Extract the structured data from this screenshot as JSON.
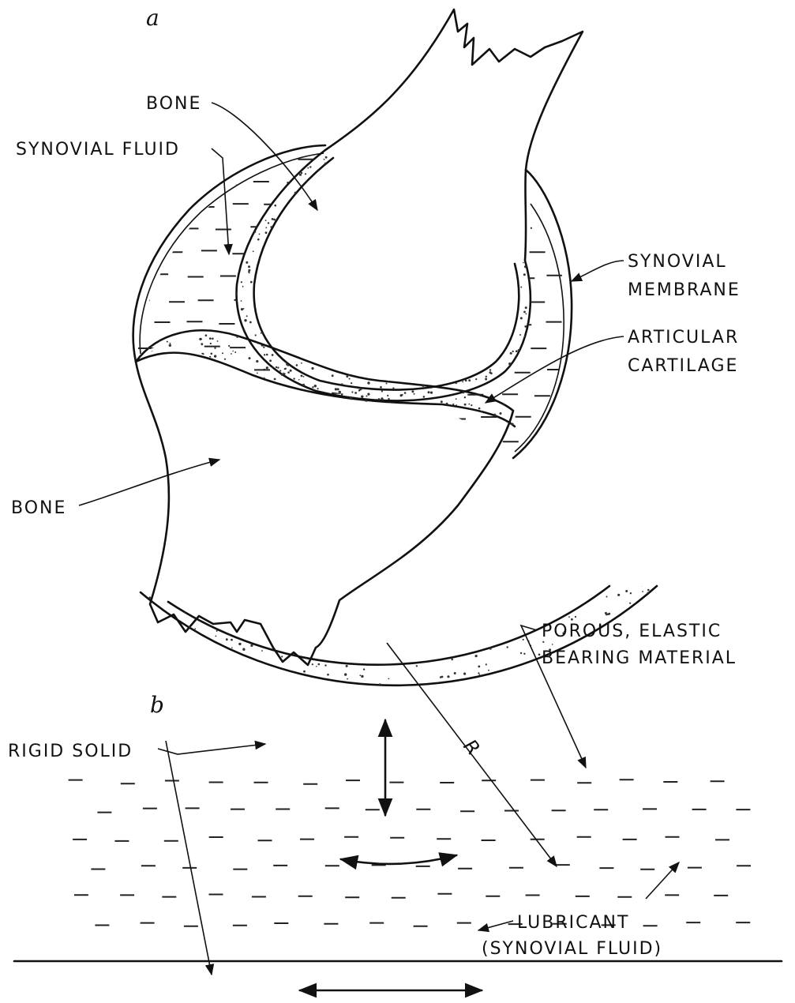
{
  "figure": {
    "panel_a": {
      "label": "a",
      "labels": {
        "bone_top": "BONE",
        "synovial_fluid": "SYNOVIAL  FLUID",
        "synovial_membrane_1": "SYNOVIAL",
        "synovial_membrane_2": "MEMBRANE",
        "articular_cartilage_1": "ARTICULAR",
        "articular_cartilage_2": "CARTILAGE",
        "bone_bottom": "BONE"
      }
    },
    "panel_b": {
      "label": "b",
      "labels": {
        "porous_1": "POROUS, ELASTIC",
        "porous_2": "BEARING  MATERIAL",
        "rigid_solid": "RIGID  SOLID",
        "radius": "R",
        "lubricant_1": "LUBRICANT",
        "lubricant_2": "(SYNOVIAL  FLUID)"
      }
    }
  }
}
